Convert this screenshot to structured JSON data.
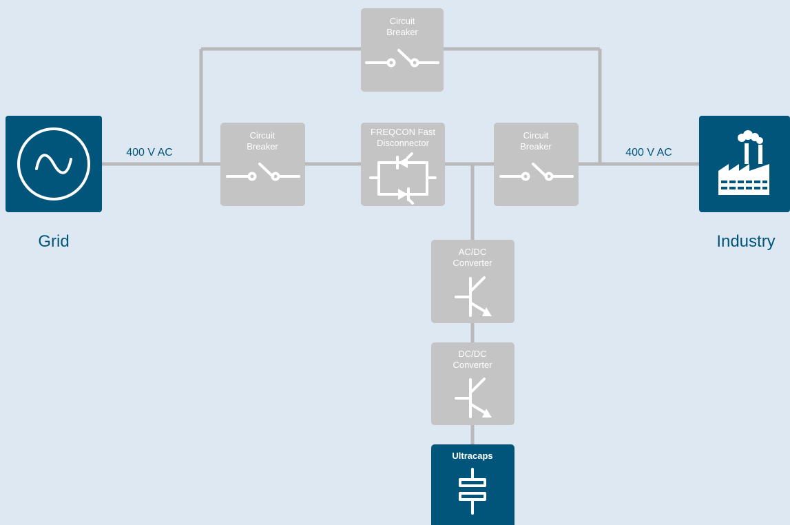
{
  "colors": {
    "background": "#dde8f2",
    "wire": "#b9b9b9",
    "component_box": "#c4c4c4",
    "endpoint_box": "#02557a",
    "symbol": "#ffffff",
    "label_text": "#02557a"
  },
  "endpoints": {
    "grid": {
      "label": "Grid",
      "icon": "ac-sine-icon"
    },
    "industry": {
      "label": "Industry",
      "icon": "factory-icon"
    }
  },
  "voltage_labels": {
    "left": "400 V AC",
    "right": "400 V AC"
  },
  "components": {
    "bypass_breaker": {
      "line1": "Circuit",
      "line2": "Breaker",
      "icon": "switch-icon"
    },
    "grid_breaker": {
      "line1": "Circuit",
      "line2": "Breaker",
      "icon": "switch-icon"
    },
    "fast_disconnector": {
      "line1": "FREQCON Fast",
      "line2": "Disconnector",
      "icon": "thyristor-pair-icon"
    },
    "industry_breaker": {
      "line1": "Circuit",
      "line2": "Breaker",
      "icon": "switch-icon"
    },
    "acdc_converter": {
      "line1": "AC/DC",
      "line2": "Converter",
      "icon": "transistor-icon"
    },
    "dcdc_converter": {
      "line1": "DC/DC",
      "line2": "Converter",
      "icon": "transistor-icon"
    },
    "ultracaps": {
      "line1": "Ultracaps",
      "icon": "capacitor-icon"
    }
  }
}
